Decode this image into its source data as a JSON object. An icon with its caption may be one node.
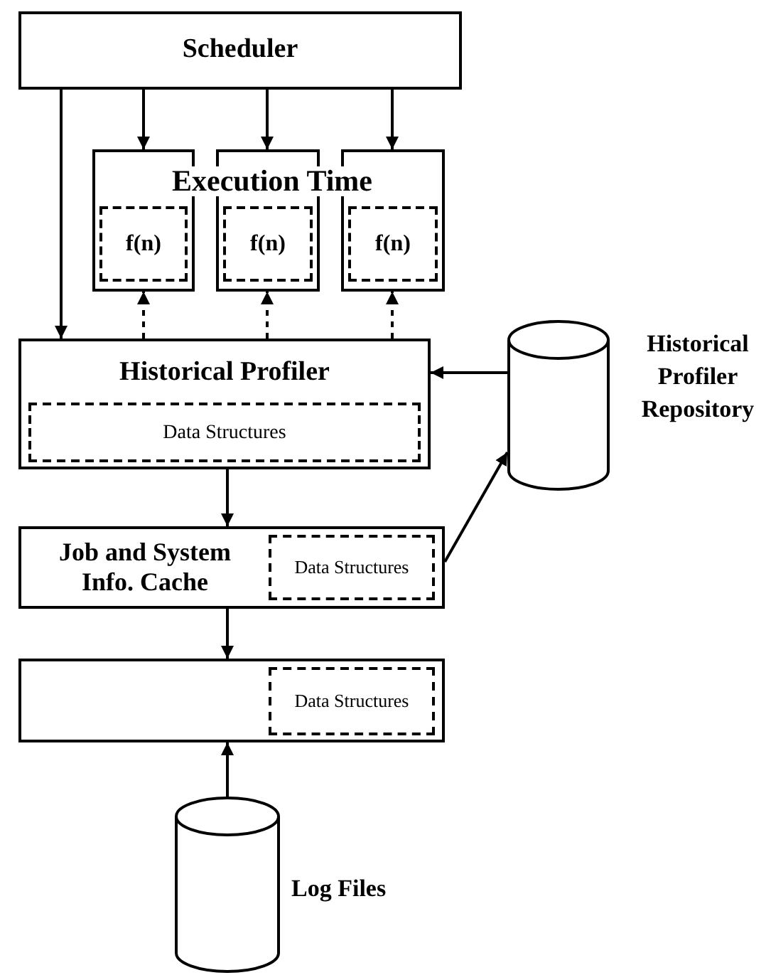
{
  "diagram": {
    "nodes": [
      {
        "text": [
          "Scheduler"
        ]
      },
      {
        "text": [],
        "shape": "box"
      },
      {
        "text": [],
        "shape": "box"
      },
      {
        "text": [],
        "shape": "box"
      },
      {
        "text": [
          "f(n)"
        ],
        "in": 1
      },
      {
        "text": [
          "f(n)"
        ],
        "in": 2
      },
      {
        "text": [
          "f(n)"
        ],
        "in": 3
      },
      {
        "text": [
          "Historical Profiler"
        ]
      },
      {
        "text": [
          "Data Structures"
        ],
        "in": 7
      },
      {
        "text": [],
        "shape": "cylinder",
        "beside": [
          "Historical Profiler Repository"
        ]
      },
      {
        "text": [
          "Job and System Info. Cache"
        ]
      },
      {
        "text": [
          "Data Structures"
        ],
        "in": 10
      },
      {
        "text": [],
        "shape": "box"
      },
      {
        "text": [
          "Data Structures"
        ],
        "in": 12
      },
      {
        "text": [],
        "shape": "cylinder",
        "beside": [
          "Log Files"
        ]
      }
    ],
    "edges": [
      {
        "from": 0,
        "to": 1,
        "arrow": "to"
      },
      {
        "from": 0,
        "to": 2,
        "arrow": "to"
      },
      {
        "from": 0,
        "to": 3,
        "arrow": "to"
      },
      {
        "from": 0,
        "to": 7,
        "arrow": "to"
      },
      {
        "from": 7,
        "to": 1,
        "arrow": "to",
        "style": "dashed"
      },
      {
        "from": 7,
        "to": 2,
        "arrow": "to",
        "style": "dashed"
      },
      {
        "from": 7,
        "to": 3,
        "arrow": "to",
        "style": "dashed"
      },
      {
        "from": 9,
        "to": 7,
        "arrow": "to"
      },
      {
        "from": 7,
        "to": 10,
        "arrow": "to"
      },
      {
        "from": 10,
        "to": 9,
        "arrow": "to"
      },
      {
        "from": 10,
        "to": 12,
        "arrow": "to"
      },
      {
        "from": 14,
        "to": 12,
        "arrow": "to"
      }
    ],
    "labels": [
      "Execution Time"
    ]
  }
}
